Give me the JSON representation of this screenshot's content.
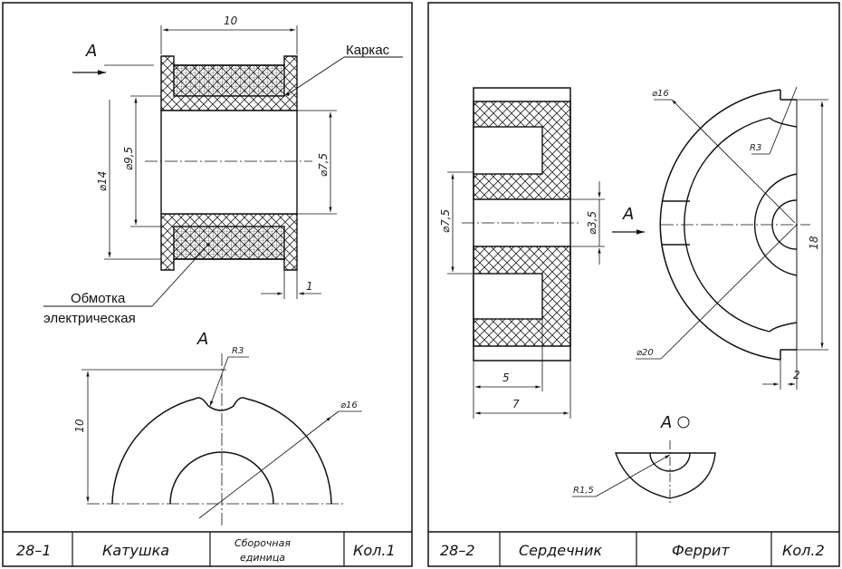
{
  "sheet1": {
    "view_label": "A",
    "callouts": {
      "frame": "Каркас",
      "winding_line1": "Обмотка",
      "winding_line2": "электрическая"
    },
    "dims": {
      "width": "10",
      "d_inner": "⌀9,5",
      "d_outer": "⌀14",
      "d_bore": "⌀7,5",
      "flange": "1",
      "height": "10",
      "radius": "R3",
      "diameter": "⌀16"
    },
    "title_block": {
      "number": "28–1",
      "name": "Катушка",
      "type_line1": "Сборочная",
      "type_line2": "единица",
      "qty": "Кол.1"
    }
  },
  "sheet2": {
    "view_label": "A",
    "dims": {
      "d_outer": "⌀7,5",
      "d_hole": "⌀3,5",
      "len5": "5",
      "len7": "7",
      "d16": "⌀16",
      "r3": "R3",
      "h18": "18",
      "d20": "⌀20",
      "gap2": "2",
      "r15": "R1,5"
    },
    "title_block": {
      "number": "28–2",
      "name": "Сердечник",
      "material": "Феррит",
      "qty": "Кол.2"
    }
  }
}
